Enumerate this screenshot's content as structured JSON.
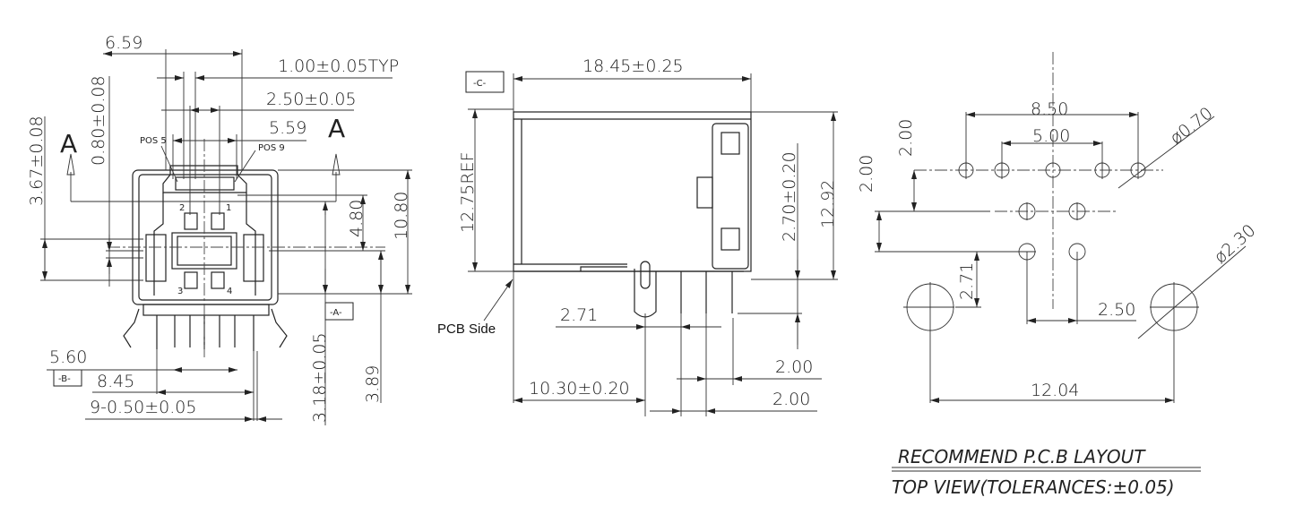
{
  "front_view": {
    "dims": {
      "width_659": "6.59",
      "pitch_typ": "1.00±0.05TYP",
      "d_250": "2.50±0.05",
      "d_559": "5.59",
      "d_367": "3.67±0.08",
      "d_080": "0.80±0.08",
      "d_480": "4.80",
      "d_1080": "10.80",
      "d_318": "3.18±0.05",
      "d_389": "3.89",
      "d_560": "5.60",
      "d_845": "8.45",
      "d_pins": "9-0.50±0.05"
    },
    "section_labels": [
      "A",
      "A"
    ],
    "pos_labels": [
      "POS 5",
      "POS 9"
    ],
    "pin_numbers": [
      "2",
      "1",
      "3",
      "4"
    ],
    "datum_a": "-A-",
    "datum_b": "-B-"
  },
  "side_view": {
    "datum_c": "-C-",
    "dims": {
      "length": "18.45±0.25",
      "height_ref": "12.75REF",
      "d_270": "2.70±0.20",
      "d_1292": "12.92",
      "d_271": "2.71",
      "d_1030": "10.30±0.20",
      "d_200a": "2.00",
      "d_200b": "2.00"
    },
    "pcb_side_label": "PCB Side"
  },
  "pcb_layout": {
    "dims": {
      "d_850": "8.50",
      "d_500": "5.00",
      "hole_small": "ø0.70",
      "hole_big": "ø2.30",
      "d_200a": "2.00",
      "d_200b": "2.00",
      "d_271": "2.71",
      "d_250": "2.50",
      "d_1204": "12.04"
    },
    "title_line1": "RECOMMEND P.C.B LAYOUT",
    "title_line2": "TOP VIEW(TOLERANCES:±0.05)"
  }
}
